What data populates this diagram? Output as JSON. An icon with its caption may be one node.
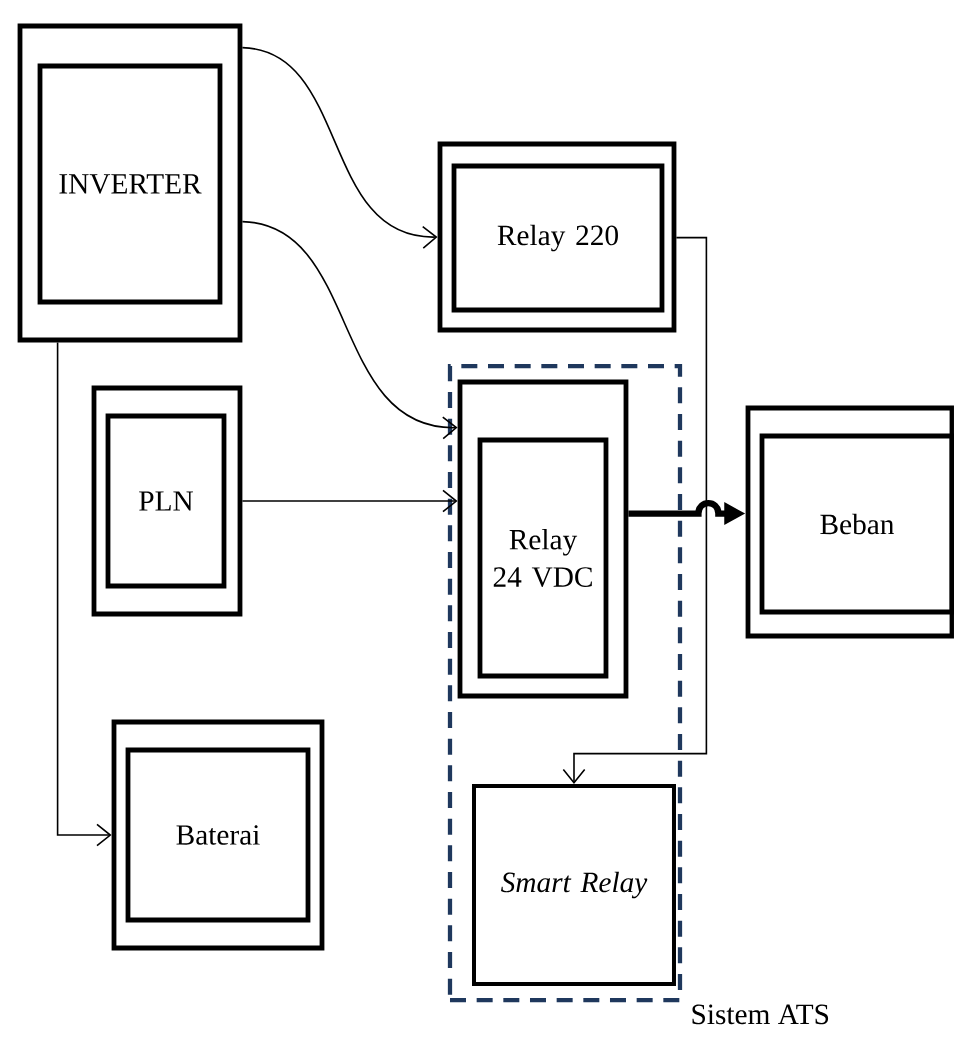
{
  "diagram": {
    "nodes": [
      {
        "text": [
          "INVERTER"
        ]
      },
      {
        "text": [
          "Relay 220"
        ]
      },
      {
        "text": [
          "Sistem ATS"
        ]
      },
      {
        "text": [
          "PLN"
        ]
      },
      {
        "text": [
          "Relay 24 VDC"
        ],
        "in": 2
      },
      {
        "text": [
          "Beban"
        ]
      },
      {
        "text": [
          "Baterai"
        ]
      },
      {
        "text": [
          "Smart Relay"
        ],
        "in": 2
      }
    ],
    "edges": [
      {
        "from": 0,
        "to": 1,
        "arrow": "to"
      },
      {
        "from": 0,
        "to": 4,
        "arrow": "to"
      },
      {
        "from": 0,
        "to": 6,
        "arrow": "to"
      },
      {
        "from": 3,
        "to": 4,
        "arrow": "to"
      },
      {
        "from": 4,
        "to": 5,
        "arrow": "to",
        "style": "thick"
      },
      {
        "from": 1,
        "to": 7,
        "arrow": "to"
      }
    ]
  }
}
